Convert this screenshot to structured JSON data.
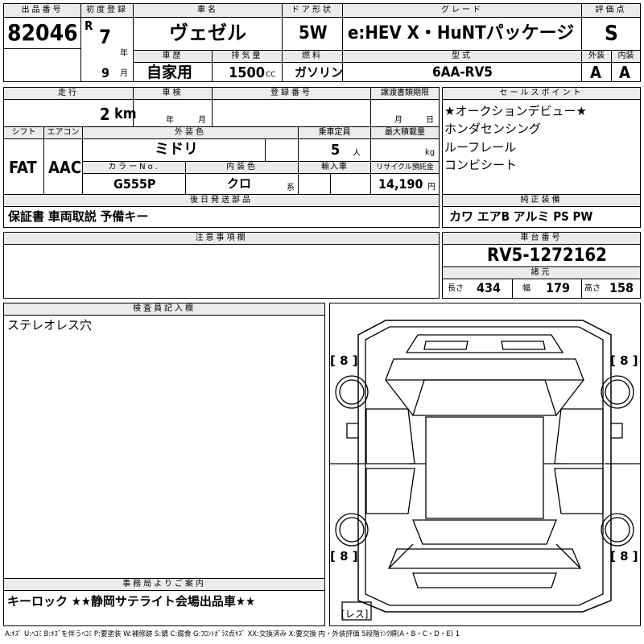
{
  "header": {
    "lot_label": "出品番号",
    "lot_no": "82046",
    "first_reg_label": "初度登録",
    "era": "R",
    "year": "7",
    "year_unit": "年",
    "month": "9",
    "month_unit": "月",
    "car_name_label": "車名",
    "car_name": "ヴェゼル",
    "door_label": "ドア形状",
    "door": "5W",
    "grade_label": "グレード",
    "grade": "e:HEV X・HuNTパッケージ",
    "score_label": "評価点",
    "score": "S",
    "history_label": "車歴",
    "history": "自家用",
    "displacement_label": "排気量",
    "displacement": "1500",
    "displacement_unit": "CC",
    "fuel_label": "燃料",
    "fuel": "ガソリン",
    "model_label": "型式",
    "model": "6AA-RV5",
    "exterior_label": "外装",
    "exterior": "A",
    "interior_label": "内装",
    "interior": "A"
  },
  "mid": {
    "mileage_label": "走行",
    "mileage": "2",
    "mileage_unit": "km",
    "inspection_label": "車検",
    "insp_year_unit": "年",
    "insp_month_unit": "月",
    "reg_no_label": "登録番号",
    "transfer_label": "譲渡書類期限",
    "transfer_month_unit": "月",
    "transfer_day_unit": "日",
    "shift_label": "シフト",
    "shift": "FAT",
    "ac_label": "エアコン",
    "ac": "AAC",
    "ext_color_label": "外装色",
    "ext_color": "ミドリ",
    "capacity_label": "乗車定員",
    "capacity": "5",
    "capacity_unit": "人",
    "max_load_label": "最大積載量",
    "max_load_unit": "kg",
    "color_no_label": "カラーNo.",
    "color_no": "G555P",
    "int_color_label": "内装色",
    "int_color": "クロ",
    "int_color_suffix": "系",
    "import_label": "輸入車",
    "recycle_label": "リサイクル預託金",
    "recycle": "14,190",
    "recycle_unit": "円",
    "later_parts_label": "後日発送部品",
    "later_parts": "保証書 車両取説 予備キー"
  },
  "sales_points": {
    "label": "セールスポイント",
    "items": [
      "★オークションデビュー★",
      "ホンダセンシング",
      "ルーフレール",
      "コンビシート"
    ]
  },
  "equipment": {
    "label": "純正装備",
    "value": "カワ エアB アルミ PS PW"
  },
  "notes": {
    "label": "注意事項欄"
  },
  "chassis": {
    "label": "車台番号",
    "value": "RV5-1272162",
    "dims_label": "諸元",
    "length_label": "長さ",
    "length": "434",
    "width_label": "幅",
    "width": "179",
    "height_label": "高さ",
    "height": "158"
  },
  "inspector": {
    "label": "検査員記入欄",
    "text": "ステレオレス穴"
  },
  "diagram": {
    "tire_fl": "8",
    "tire_fr": "8",
    "tire_rl": "8",
    "tire_rr": "8",
    "spare": "レス"
  },
  "office": {
    "label": "事務局よりご案内",
    "text": "キーロック ★★静岡サテライト会場出品車★★"
  },
  "legend": "A:ｷｽﾞ U:ﾍｺﾐ B:ｷｽﾞを伴うﾍｺﾐ P:要塗装 W:補修跡 S:錆 C:腐食 G:ﾌﾛﾝﾄｶﾞﾗｽ点ｷｽﾞ XX:交換済み X:要交換 内・外装評価 5段階ﾗﾝｸ順(A・B・C・D・E) 1"
}
